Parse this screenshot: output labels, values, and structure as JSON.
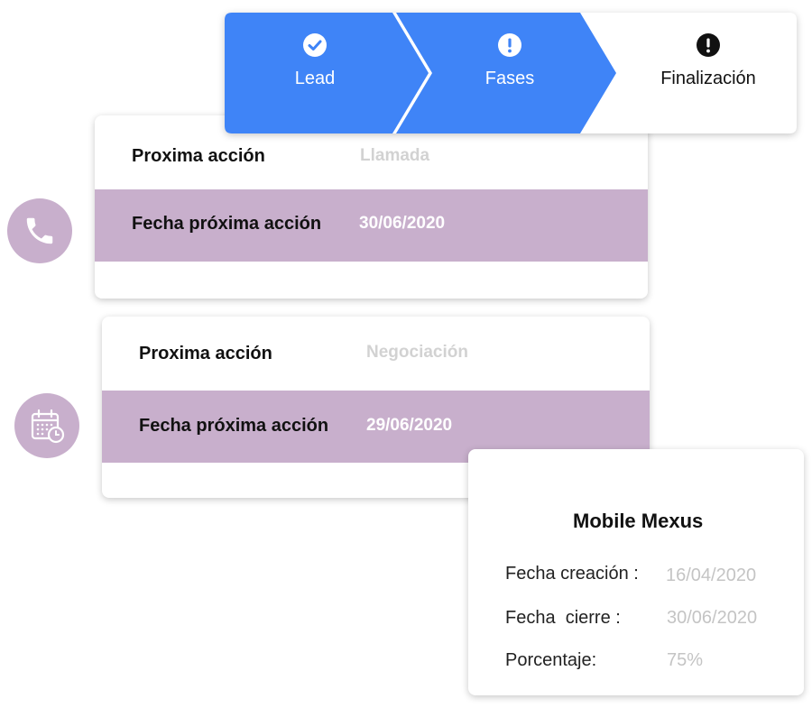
{
  "stepper": {
    "steps": [
      {
        "label": "Lead",
        "icon": "check-circle-icon",
        "state": "done"
      },
      {
        "label": "Fases",
        "icon": "exclamation-circle-icon",
        "state": "active"
      },
      {
        "label": "Finalización",
        "icon": "exclamation-circle-icon",
        "state": "pending"
      }
    ],
    "colors": {
      "active": "#3f84f7",
      "pending": "#ffffff"
    }
  },
  "card1": {
    "icon": "phone-icon",
    "action_label": "Proxima acción",
    "action_value": "Llamada",
    "date_label": "Fecha próxima acción",
    "date_value": "30/06/2020"
  },
  "card2": {
    "icon": "calendar-clock-icon",
    "action_label": "Proxima acción",
    "action_value": "Negociación",
    "date_label": "Fecha próxima acción",
    "date_value": "29/06/2020"
  },
  "info": {
    "title": "Mobile Mexus",
    "fields": [
      {
        "label": "Fecha creación :",
        "value": "16/04/2020"
      },
      {
        "label": "Fecha  cierre :",
        "value": "30/06/2020"
      },
      {
        "label": "Porcentaje:",
        "value": "75%"
      }
    ]
  },
  "colors": {
    "accent": "#3f84f7",
    "purple": "#c8afcc"
  }
}
